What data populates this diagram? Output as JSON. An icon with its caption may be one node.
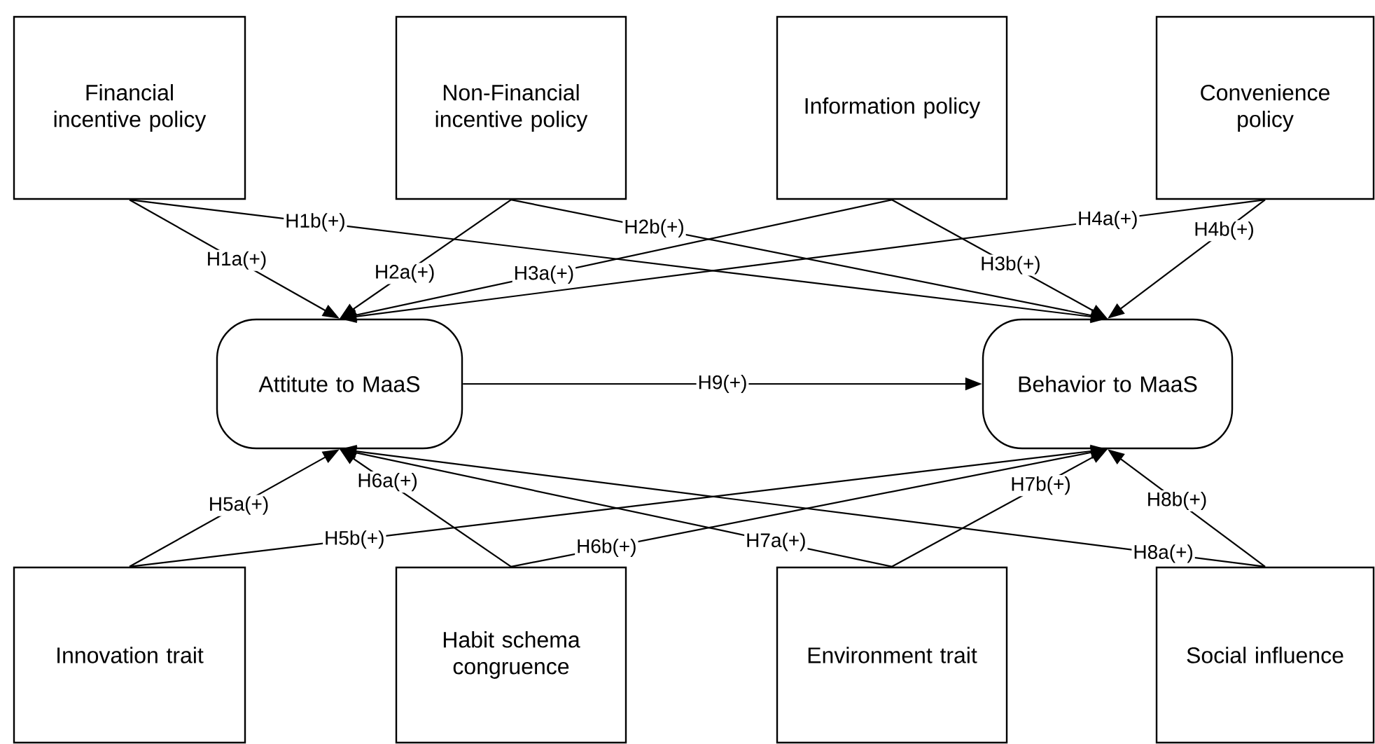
{
  "diagram": {
    "nodes": [
      {
        "text": [
          "Financial incentive policy"
        ]
      },
      {
        "text": [
          "Non-Financial incentive policy"
        ]
      },
      {
        "text": [
          "Information policy"
        ]
      },
      {
        "text": [
          "Convenience policy"
        ]
      },
      {
        "text": [
          "Attitute to MaaS"
        ]
      },
      {
        "text": [
          "Behavior to MaaS"
        ]
      },
      {
        "text": [
          "Innovation trait"
        ]
      },
      {
        "text": [
          "Habit schema congruence"
        ]
      },
      {
        "text": [
          "Environment trait"
        ]
      },
      {
        "text": [
          "Social influence"
        ]
      }
    ],
    "edges": [
      {
        "from": 0,
        "to": 4,
        "arrow": "to",
        "label": "H1a(+)"
      },
      {
        "from": 0,
        "to": 5,
        "arrow": "to",
        "label": "H1b(+)"
      },
      {
        "from": 1,
        "to": 4,
        "arrow": "to",
        "label": "H2a(+)"
      },
      {
        "from": 1,
        "to": 5,
        "arrow": "to",
        "label": "H2b(+)"
      },
      {
        "from": 2,
        "to": 4,
        "arrow": "to",
        "label": "H3a(+)"
      },
      {
        "from": 2,
        "to": 5,
        "arrow": "to",
        "label": "H3b(+)"
      },
      {
        "from": 3,
        "to": 4,
        "arrow": "to",
        "label": "H4a(+)"
      },
      {
        "from": 3,
        "to": 5,
        "arrow": "to",
        "label": "H4b(+)"
      },
      {
        "from": 6,
        "to": 4,
        "arrow": "to",
        "label": "H5a(+)"
      },
      {
        "from": 6,
        "to": 5,
        "arrow": "to",
        "label": "H5b(+)"
      },
      {
        "from": 7,
        "to": 4,
        "arrow": "to",
        "label": "H6a(+)"
      },
      {
        "from": 7,
        "to": 5,
        "arrow": "to",
        "label": "H6b(+)"
      },
      {
        "from": 8,
        "to": 4,
        "arrow": "to",
        "label": "H7a(+)"
      },
      {
        "from": 8,
        "to": 5,
        "arrow": "to",
        "label": "H7b(+)"
      },
      {
        "from": 9,
        "to": 4,
        "arrow": "to",
        "label": "H8a(+)"
      },
      {
        "from": 9,
        "to": 5,
        "arrow": "to",
        "label": "H8b(+)"
      },
      {
        "from": 4,
        "to": 5,
        "arrow": "to",
        "label": "H9(+)"
      }
    ]
  }
}
